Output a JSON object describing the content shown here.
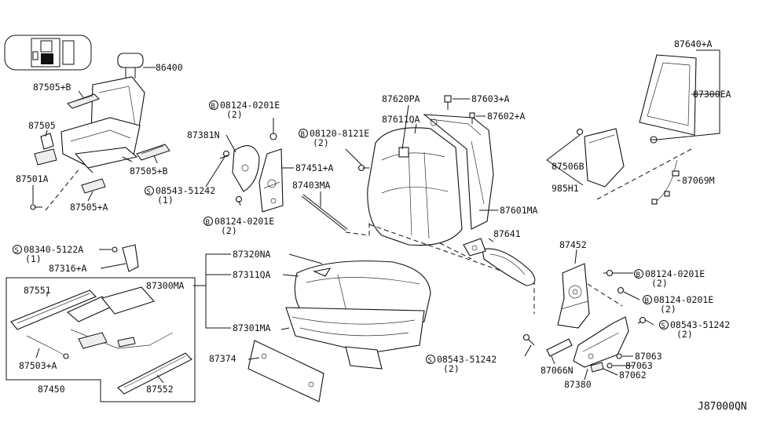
{
  "labels": {
    "p86400": "86400",
    "p87505b_top": "87505+B",
    "p87505": "87505",
    "p87505b_mid": "87505+B",
    "p87501a": "87501A",
    "p87505a": "87505+A",
    "bolt_08124_top": "08124-0201E",
    "bolt_08124_top_qty": "(2)",
    "p87381n": "87381N",
    "p87451a": "87451+A",
    "s08543_left": "08543-51242",
    "s08543_left_qty": "(1)",
    "bolt_08124_mid": "08124-0201E",
    "bolt_08124_mid_qty": "(2)",
    "p87620pa": "87620PA",
    "p87603a": "87603+A",
    "p87611qa": "87611QA",
    "p87602a": "87602+A",
    "bolt_08120": "08120-8121E",
    "bolt_08120_qty": "(2)",
    "p87403ma": "87403MA",
    "p87601ma": "87601MA",
    "p87640a": "87640+A",
    "p87300ea": "87300EA",
    "p87506b": "87506B",
    "p985h1": "985H1",
    "p87069m": "87069M",
    "p87641": "87641",
    "s08340": "08340-5122A",
    "s08340_qty": "(1)",
    "p87316a": "87316+A",
    "p87320na": "87320NA",
    "p87311qa": "87311QA",
    "p87300ma": "87300MA",
    "p87301ma": "87301MA",
    "p87551": "87551",
    "p87503a": "87503+A",
    "p87450": "87450",
    "p87552": "87552",
    "p87374": "87374",
    "p87452": "87452",
    "bolt_08124_r1": "08124-0201E",
    "bolt_08124_r1_qty": "(2)",
    "bolt_08124_r2": "08124-0201E",
    "bolt_08124_r2_qty": "(2)",
    "s08543_right": "08543-51242",
    "s08543_right_qty": "(2)",
    "s08543_bottom": "08543-51242",
    "s08543_bottom_qty": "(2)",
    "p87066n": "87066N",
    "p87063_a": "87063",
    "p87063_b": "87063",
    "p87062": "87062",
    "p87380": "87380",
    "diagram_code": "J87000QN",
    "bolt_prefix": "B",
    "screw_prefix": "S"
  },
  "colors": {
    "line": "#111111",
    "background": "#ffffff"
  }
}
